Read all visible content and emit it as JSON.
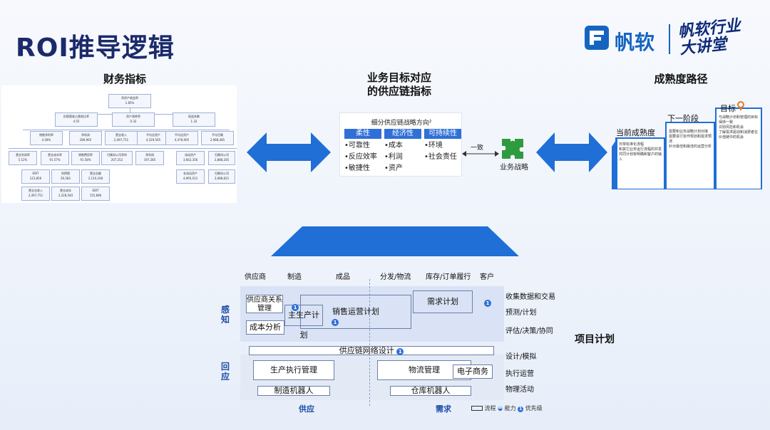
{
  "slide": {
    "title": "ROI推导逻辑"
  },
  "brand": {
    "logo_text": "帆软",
    "slogan_line1": "帆软行业",
    "slogan_line2": "大讲堂"
  },
  "sections": {
    "finance": "财务指标",
    "supply_chain_line1": "业务目标对应",
    "supply_chain_line2": "的供应链指标",
    "maturity": "成熟度路径"
  },
  "finance_tree": {
    "root": {
      "label": "净资产收益率",
      "value": "1.85%"
    },
    "level2": [
      {
        "label": "扣税营收占营收比率",
        "value": "4.55"
      },
      {
        "label": "资产周转率",
        "value": "0.32"
      },
      {
        "label": "权益系数",
        "value": "1.32"
      }
    ],
    "level3": [
      {
        "label": "销售净利率",
        "value": "4.28%"
      },
      {
        "label": "净利润",
        "value": "289,965"
      },
      {
        "label": "营业收入",
        "value": "2,497,751"
      },
      {
        "label": "平均总资产",
        "value": "4,329,565"
      },
      {
        "label": "平均总资产",
        "value": "4,478,965"
      },
      {
        "label": "平均归属",
        "value": "2,988,485"
      }
    ],
    "level4": [
      {
        "label": "营业利润率",
        "value": "5.12%"
      },
      {
        "label": "营业成本率",
        "value": "91.57%"
      },
      {
        "label": "销售费用率",
        "value": "91.58%"
      },
      {
        "label": "归属母公司净利",
        "value": "207,252"
      },
      {
        "label": "净利润",
        "value": "197,285"
      },
      {
        "label": "流动资产",
        "value": "3,662,356"
      },
      {
        "label": "归属母公司",
        "value": "2,888,285"
      }
    ],
    "level5": [
      {
        "label": "EBIT",
        "value": "123,856"
      },
      {
        "label": "所得税",
        "value": "26,582"
      },
      {
        "label": "营业总额",
        "value": "2,110,248"
      },
      {
        "label": "非流动资产",
        "value": "4,995,012"
      },
      {
        "label": "归属母公司",
        "value": "3,088,821"
      }
    ],
    "level6": [
      {
        "label": "营业总收入",
        "value": "2,497,751"
      },
      {
        "label": "营业成本",
        "value": "2,228,583"
      },
      {
        "label": "EBIT",
        "value": "155,896"
      }
    ]
  },
  "supply_chain": {
    "header": "细分供应链战略方向²",
    "columns": [
      {
        "label": "柔性",
        "items": [
          "•可靠性",
          "•反应效率",
          "•敏捷性"
        ]
      },
      {
        "label": "经济性",
        "items": [
          "•成本",
          "•利润",
          "•资产"
        ]
      },
      {
        "label": "可持续性",
        "items": [
          "•环境",
          "•社会责任"
        ]
      }
    ],
    "align_label": "一致",
    "strategy_label": "业务战略"
  },
  "maturity": {
    "step1": {
      "label": "当前成熟度",
      "bullets": [
        "日常标准化流程",
        "和其它业务运行流程的共享",
        "共同计划有明确和客户的输入"
      ]
    },
    "step2": {
      "label": "下一阶段",
      "bullets": [
        "需要和业务战略计划对接",
        "需要进行协作规划和需求预测",
        "针对最佳和最佳的运营分析"
      ]
    },
    "step3": {
      "label": "目标",
      "bullets": [
        "与战略计划和管理的目标保持一致",
        "识别风险和机会",
        "了解需求驱动和消费者在价值链中的机会"
      ]
    }
  },
  "project_grid": {
    "columns": [
      "供应商",
      "制造",
      "成品",
      "分发/物流",
      "库存/订单履行",
      "客户"
    ],
    "right_rows": [
      "收集数据和交易",
      "预测/计划",
      "评估/决策/协同",
      "设计/模拟",
      "执行运营",
      "物理活动"
    ],
    "left_groups": [
      "感知",
      "回应"
    ],
    "boxes": {
      "supplier_mgmt": "供应商关系管理",
      "cost_analysis": "成本分析",
      "master_plan": "主生产计划",
      "sales_ops_plan": "销售运营计划",
      "demand_plan": "需求计划",
      "network_design": "供应链网络设计",
      "production_exec": "生产执行管理",
      "logistics_mgmt": "物流管理",
      "ecommerce": "电子商务",
      "mfg_robot": "制造机器人",
      "warehouse_robot": "仓库机器人"
    },
    "bottom_left": "供应",
    "bottom_right": "需求",
    "legend": {
      "process": "流程",
      "capability": "能力",
      "priority": "优先级"
    },
    "side_title": "项目计划"
  },
  "colors": {
    "brand_blue": "#1565c0",
    "arrow_blue": "#1f6fd6",
    "title_navy": "#1b2a6b",
    "green": "#2e9b3e"
  }
}
